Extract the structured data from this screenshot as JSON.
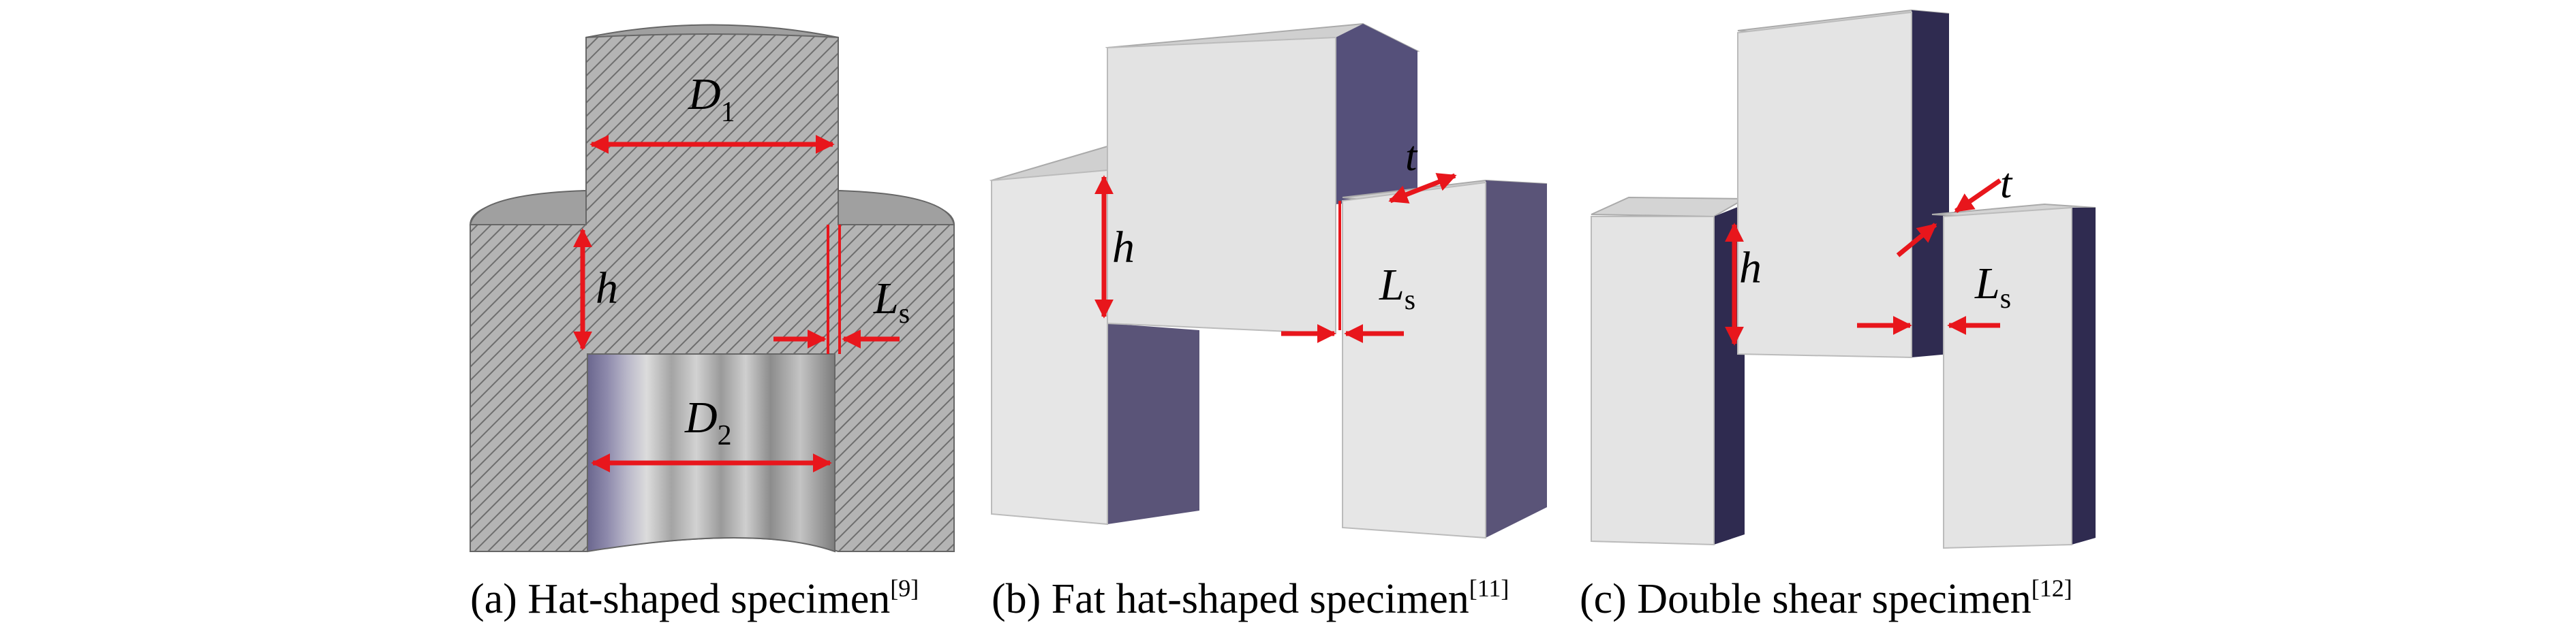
{
  "panel_a": {
    "labels": {
      "d1": "D",
      "d1_sub": "1",
      "d2": "D",
      "d2_sub": "2",
      "h": "h",
      "ls": "L",
      "ls_sub": "s"
    },
    "caption": "(a) Hat-shaped specimen",
    "ref": "[9]"
  },
  "panel_b": {
    "labels": {
      "t": "t",
      "h": "h",
      "ls": "L",
      "ls_sub": "s"
    },
    "caption": "(b) Fat hat-shaped specimen",
    "ref": "[11]"
  },
  "panel_c": {
    "labels": {
      "t": "t",
      "h": "h",
      "ls": "L",
      "ls_sub": "s"
    },
    "caption": "(c) Double shear specimen",
    "ref": "[12]"
  },
  "colors": {
    "arrow": "#e8161c",
    "solid_front": "#e4e4e4",
    "solid_top": "#cfcfcf",
    "side_b": "#5a5478",
    "side_c": "#2f2b50",
    "section": "#a8a8a8"
  }
}
